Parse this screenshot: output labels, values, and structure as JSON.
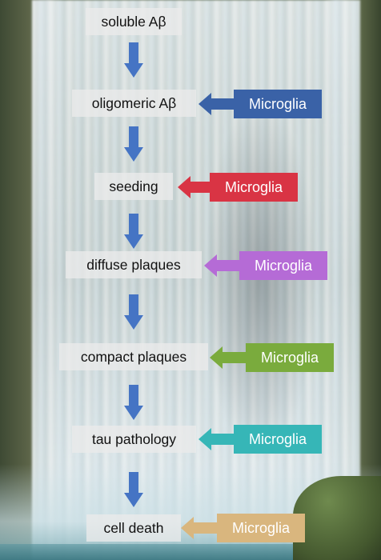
{
  "steps": [
    "soluble Aβ",
    "oligomeric Aβ",
    "seeding",
    "diffuse plaques",
    "compact plaques",
    "tau pathology",
    "cell death"
  ],
  "microglia": [
    {
      "label": "Microglia",
      "color": "#3a62a7"
    },
    {
      "label": "Microglia",
      "color": "#d93444"
    },
    {
      "label": "Microglia",
      "color": "#b56bd6"
    },
    {
      "label": "Microglia",
      "color": "#7aab3d"
    },
    {
      "label": "Microglia",
      "color": "#36b6b7"
    },
    {
      "label": "Microglia",
      "color": "#d9b67e"
    }
  ],
  "arrow_color": "#4574c4"
}
